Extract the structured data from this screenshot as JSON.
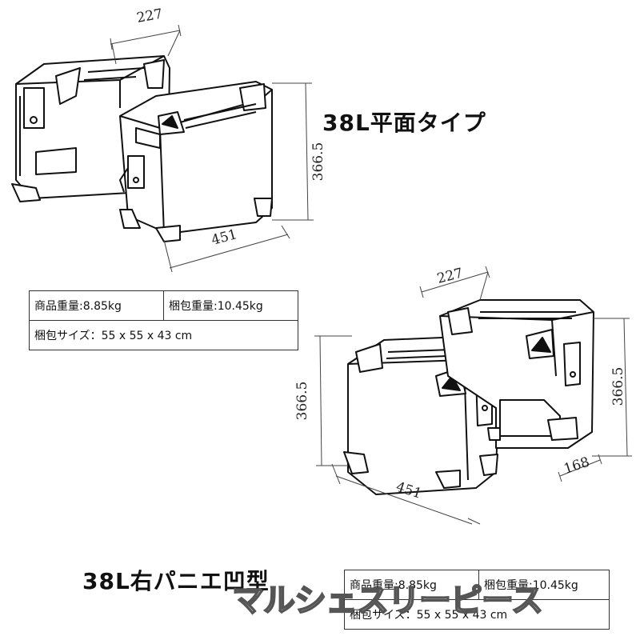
{
  "top": {
    "title": "38L平面タイプ",
    "dims": {
      "depth": "227",
      "width": "451",
      "height": "366.5"
    },
    "specs": {
      "product_weight": "商品重量:8.85kg",
      "package_weight": "梱包重量:10.45kg",
      "package_size": "梱包サイズ：55 x 55 x 43 cm"
    }
  },
  "bottom": {
    "title": "38L右パニエ凹型",
    "dims": {
      "depth": "227",
      "width": "451",
      "height_left": "366.5",
      "height_right": "366.5",
      "recess": "168"
    },
    "specs": {
      "product_weight": "商品重量:8.85kg",
      "package_weight": "梱包重量:10.45kg",
      "package_size": "梱包サイズ：55 x 55 x 43 cm"
    }
  },
  "watermark": "マルシェスリーピース"
}
